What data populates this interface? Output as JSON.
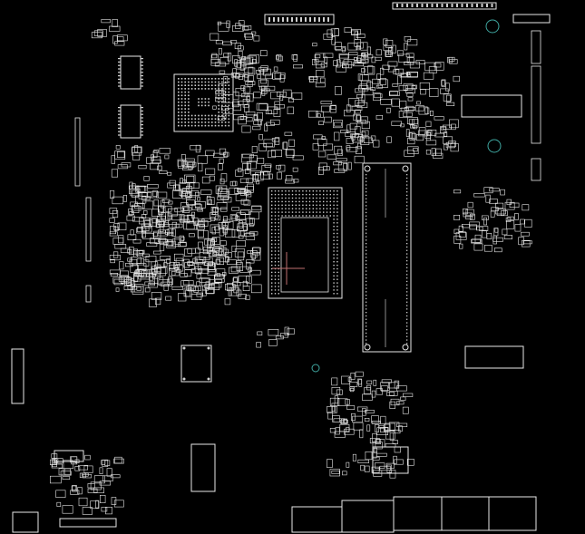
{
  "view": {
    "background": "#000000",
    "outline_color": "#e8e8e8",
    "pad_color": "#d0d0d0",
    "via_color": "#3fa7a0",
    "marker_color": "#c07070"
  },
  "board": {
    "components": [
      {
        "id": "bga-north-bridge",
        "kind": "bga-chip"
      },
      {
        "id": "cpu-socket",
        "kind": "cpu-socket"
      },
      {
        "id": "dimm-slot",
        "kind": "memory-slot"
      },
      {
        "id": "memory-module-left-a",
        "kind": "memory-chip"
      },
      {
        "id": "memory-module-left-b",
        "kind": "memory-chip"
      },
      {
        "id": "io-connector-bank",
        "kind": "io-port"
      },
      {
        "id": "sata-connector",
        "kind": "connector"
      },
      {
        "id": "edge-connector-top",
        "kind": "connector"
      },
      {
        "id": "qfn-chip-middle",
        "kind": "ic"
      },
      {
        "id": "qfn-chip-lower",
        "kind": "ic"
      },
      {
        "id": "mounting-hole",
        "kind": "via"
      }
    ]
  }
}
